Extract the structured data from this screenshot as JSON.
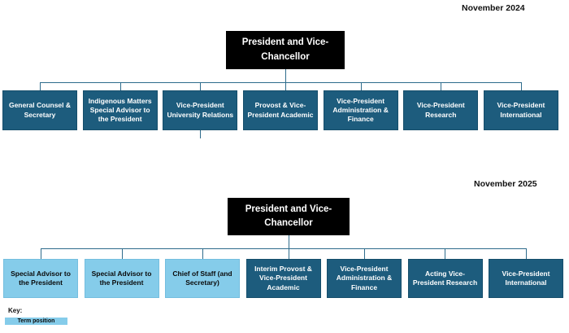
{
  "charts": [
    {
      "period": "November 2024",
      "root": "President and Vice-Chancellor",
      "children": [
        {
          "label": "General Counsel & Secretary",
          "style": "executive"
        },
        {
          "label": "Indigenous Matters Special Advisor to the President",
          "style": "executive"
        },
        {
          "label": "Vice-President University Relations",
          "style": "executive"
        },
        {
          "label": "Provost & Vice-President Academic",
          "style": "executive"
        },
        {
          "label": "Vice-President Administration & Finance",
          "style": "executive"
        },
        {
          "label": "Vice-President Research",
          "style": "executive"
        },
        {
          "label": "Vice-President International",
          "style": "executive"
        }
      ]
    },
    {
      "period": "November 2025",
      "root": "President and Vice-Chancellor",
      "children": [
        {
          "label": "Special Advisor to the President",
          "style": "term"
        },
        {
          "label": "Special Advisor to the President",
          "style": "term"
        },
        {
          "label": "Chief of Staff (and Secretary)",
          "style": "term"
        },
        {
          "label": "Interim Provost & Vice-President Academic",
          "style": "executive"
        },
        {
          "label": "Vice-President Administration & Finance",
          "style": "executive"
        },
        {
          "label": "Acting Vice-President Research",
          "style": "executive"
        },
        {
          "label": "Vice-President International",
          "style": "executive"
        }
      ]
    }
  ],
  "key": {
    "label": "Key:",
    "term_swatch_label": "Term position"
  },
  "colors": {
    "executive_box": "#1D5C7D",
    "term_box": "#85CCEA",
    "root_box": "#000000",
    "connector": "#2E6C8C",
    "text_on_dark": "#FFFFFF",
    "text_on_light": "#000000"
  }
}
